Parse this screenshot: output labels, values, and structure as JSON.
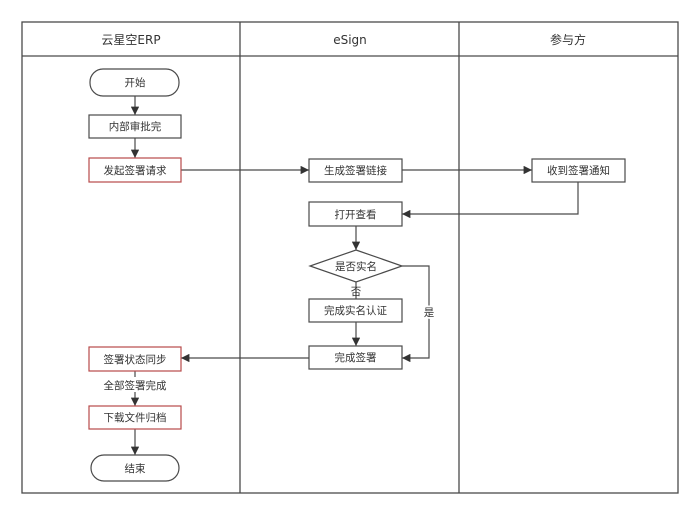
{
  "lanes": [
    {
      "id": "erp",
      "title": "云星空ERP"
    },
    {
      "id": "esign",
      "title": "eSign"
    },
    {
      "id": "party",
      "title": "参与方"
    }
  ],
  "nodes": {
    "start": {
      "label": "开始",
      "shape": "terminal",
      "lane": "erp"
    },
    "approve": {
      "label": "内部审批完",
      "shape": "process",
      "lane": "erp"
    },
    "initiate": {
      "label": "发起签署请求",
      "shape": "process",
      "lane": "erp",
      "highlight": true
    },
    "gen_link": {
      "label": "生成签署链接",
      "shape": "process",
      "lane": "esign"
    },
    "notify": {
      "label": "收到签署通知",
      "shape": "process",
      "lane": "party"
    },
    "open_view": {
      "label": "打开查看",
      "shape": "process",
      "lane": "esign"
    },
    "verified": {
      "label": "是否实名",
      "shape": "decision",
      "lane": "esign"
    },
    "do_verify": {
      "label": "完成实名认证",
      "shape": "process",
      "lane": "esign"
    },
    "signed": {
      "label": "完成签署",
      "shape": "process",
      "lane": "esign"
    },
    "sync": {
      "label": "签署状态同步",
      "shape": "process",
      "lane": "erp",
      "highlight": true
    },
    "archive": {
      "label": "下载文件归档",
      "shape": "process",
      "lane": "erp",
      "highlight": true
    },
    "end": {
      "label": "结束",
      "shape": "terminal",
      "lane": "erp"
    }
  },
  "edges": [
    {
      "from": "start",
      "to": "approve",
      "label": ""
    },
    {
      "from": "approve",
      "to": "initiate",
      "label": ""
    },
    {
      "from": "initiate",
      "to": "gen_link",
      "label": ""
    },
    {
      "from": "gen_link",
      "to": "notify",
      "label": ""
    },
    {
      "from": "notify",
      "to": "open_view",
      "label": ""
    },
    {
      "from": "open_view",
      "to": "verified",
      "label": ""
    },
    {
      "from": "verified",
      "to": "do_verify",
      "label": "否"
    },
    {
      "from": "verified",
      "to": "signed",
      "label": "是"
    },
    {
      "from": "do_verify",
      "to": "signed",
      "label": ""
    },
    {
      "from": "signed",
      "to": "sync",
      "label": ""
    },
    {
      "from": "sync",
      "to": "archive",
      "label": "全部签署完成"
    },
    {
      "from": "archive",
      "to": "end",
      "label": ""
    }
  ],
  "colors": {
    "stroke": "#4a4a4a",
    "highlight_stroke": "#b84a4a",
    "text": "#333333",
    "background": "#ffffff"
  }
}
